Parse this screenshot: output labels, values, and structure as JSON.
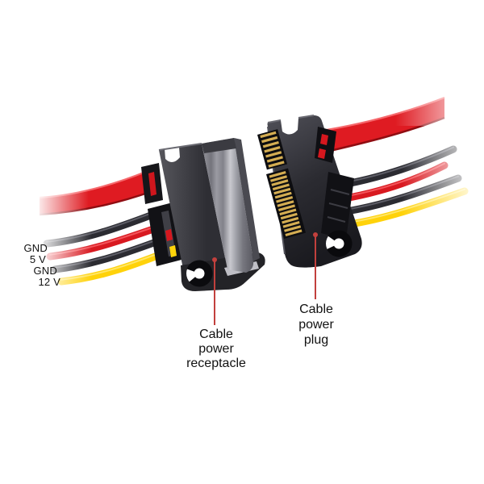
{
  "figure": {
    "captions": {
      "receptacle": {
        "lines": [
          "Cable",
          "power",
          "receptacle"
        ]
      },
      "plug": {
        "lines": [
          "Cable",
          "power",
          "plug"
        ]
      }
    },
    "wire_labels": [
      {
        "text": "GND",
        "wire": "black"
      },
      {
        "text": "5 V",
        "wire": "red"
      },
      {
        "text": "GND",
        "wire": "black"
      },
      {
        "text": "12 V",
        "wire": "yellow"
      }
    ],
    "colors": {
      "cable_red": "#df1b22",
      "wire_black": "#2b2b31",
      "wire_yellow": "#ffd20a",
      "gold_pins": "#d4ad52",
      "connector_body": "#2e2e34",
      "receptacle_face": "#8a8a92",
      "leader_line": "#c2403d",
      "text": "#111111",
      "background": "#ffffff"
    }
  }
}
